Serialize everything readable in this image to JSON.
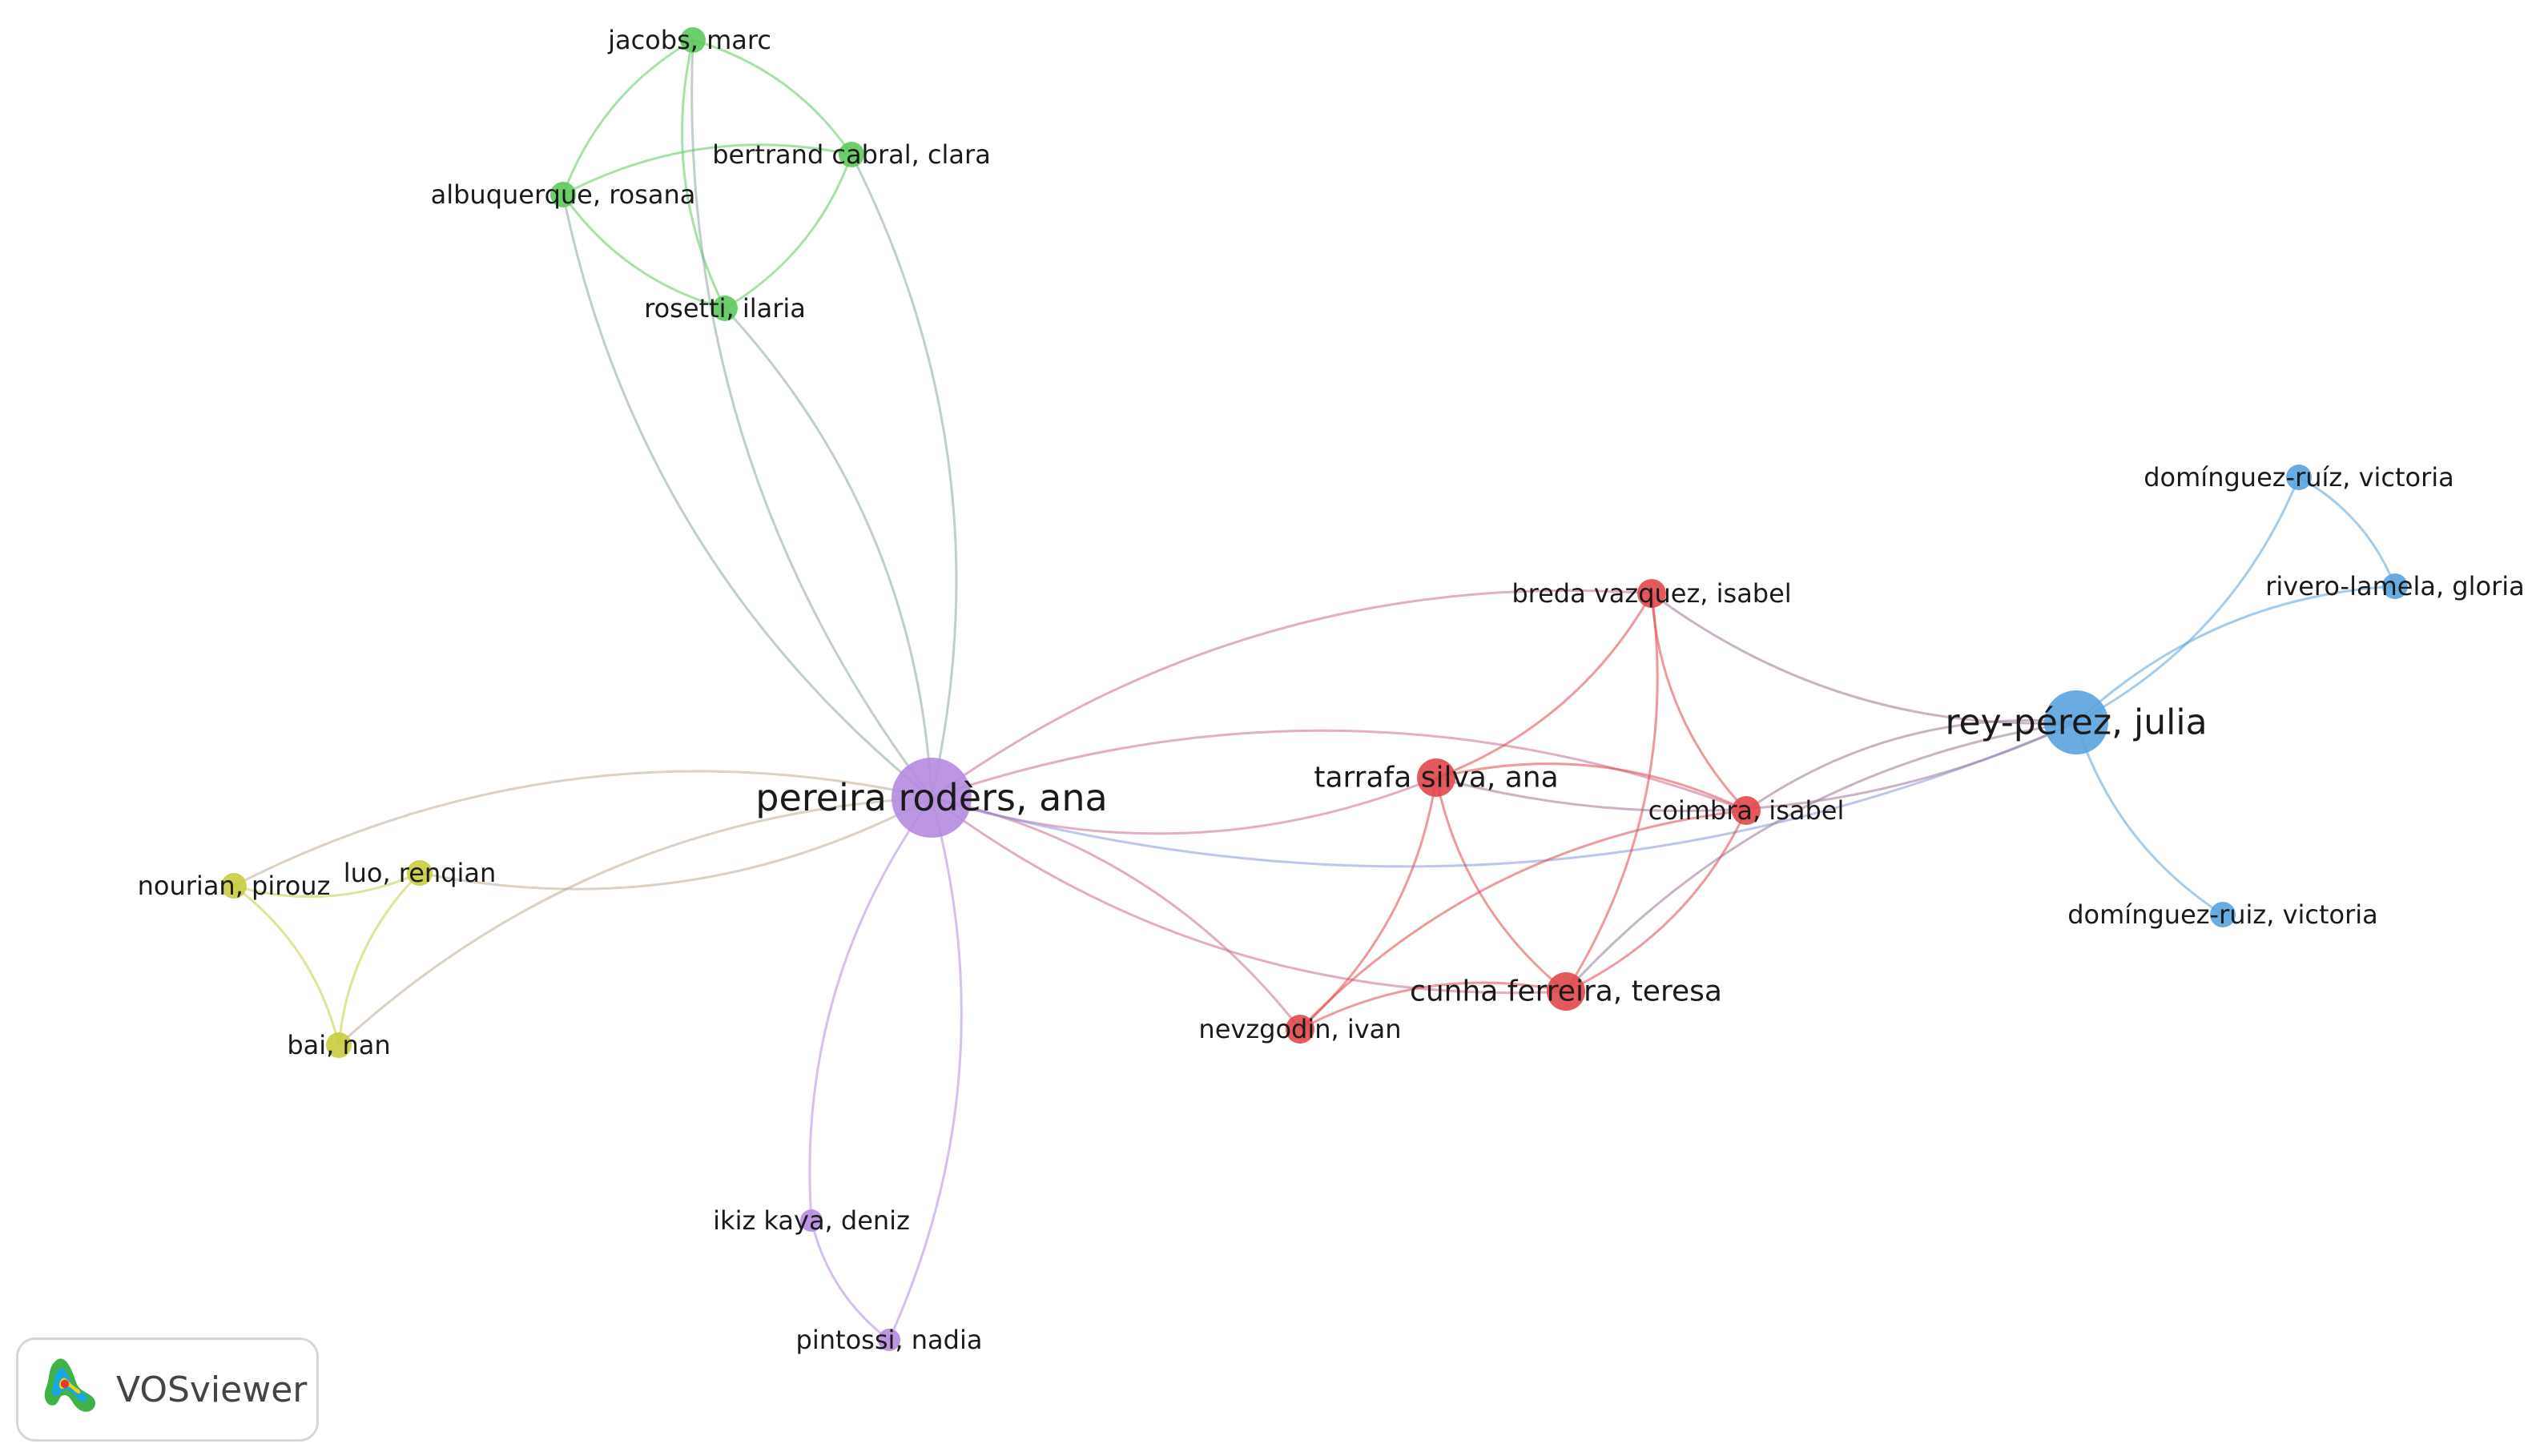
{
  "colors": {
    "purple": "#b58be0",
    "green": "#5ec95e",
    "yellow": "#c9cc3e",
    "red": "#e0474c",
    "blue": "#5aa3de"
  },
  "nodes": [
    {
      "id": "pereira",
      "label": "pereira rodèrs, ana",
      "cluster": "purple",
      "weight": 10
    },
    {
      "id": "ikiz",
      "label": "ikiz kaya, deniz",
      "cluster": "purple",
      "weight": 1
    },
    {
      "id": "pintossi",
      "label": "pintossi, nadia",
      "cluster": "purple",
      "weight": 1
    },
    {
      "id": "jacobs",
      "label": "jacobs, marc",
      "cluster": "green",
      "weight": 2
    },
    {
      "id": "bertrand",
      "label": "bertrand cabral, clara",
      "cluster": "green",
      "weight": 2
    },
    {
      "id": "albuquerque",
      "label": "albuquerque, rosana",
      "cluster": "green",
      "weight": 2
    },
    {
      "id": "rosetti",
      "label": "rosetti, ilaria",
      "cluster": "green",
      "weight": 2
    },
    {
      "id": "nourian",
      "label": "nourian, pirouz",
      "cluster": "yellow",
      "weight": 2
    },
    {
      "id": "luo",
      "label": "luo, renqian",
      "cluster": "yellow",
      "weight": 2
    },
    {
      "id": "bai",
      "label": "bai, nan",
      "cluster": "yellow",
      "weight": 2
    },
    {
      "id": "breda",
      "label": "breda vazquez, isabel",
      "cluster": "red",
      "weight": 2
    },
    {
      "id": "tarrafa",
      "label": "tarrafa silva, ana",
      "cluster": "red",
      "weight": 4
    },
    {
      "id": "coimbra",
      "label": "coimbra, isabel",
      "cluster": "red",
      "weight": 2
    },
    {
      "id": "cunha",
      "label": "cunha ferreira, teresa",
      "cluster": "red",
      "weight": 4
    },
    {
      "id": "nevzgodin",
      "label": "nevzgodin, ivan",
      "cluster": "red",
      "weight": 2
    },
    {
      "id": "rey",
      "label": "rey-pérez, julia",
      "cluster": "blue",
      "weight": 7
    },
    {
      "id": "dominguez1",
      "label": "domínguez-ruíz, victoria",
      "cluster": "blue",
      "weight": 2
    },
    {
      "id": "rivero",
      "label": "rivero-lamela, gloria",
      "cluster": "blue",
      "weight": 2
    },
    {
      "id": "dominguez2",
      "label": "domínguez-ruiz, victoria",
      "cluster": "blue",
      "weight": 2
    }
  ],
  "edges": [
    [
      "jacobs",
      "albuquerque"
    ],
    [
      "jacobs",
      "bertrand"
    ],
    [
      "jacobs",
      "rosetti"
    ],
    [
      "albuquerque",
      "bertrand"
    ],
    [
      "albuquerque",
      "rosetti"
    ],
    [
      "bertrand",
      "rosetti"
    ],
    [
      "jacobs",
      "pereira"
    ],
    [
      "bertrand",
      "pereira"
    ],
    [
      "albuquerque",
      "pereira"
    ],
    [
      "rosetti",
      "pereira"
    ],
    [
      "nourian",
      "luo"
    ],
    [
      "nourian",
      "bai"
    ],
    [
      "luo",
      "bai"
    ],
    [
      "nourian",
      "pereira"
    ],
    [
      "luo",
      "pereira"
    ],
    [
      "bai",
      "pereira"
    ],
    [
      "pereira",
      "ikiz"
    ],
    [
      "pereira",
      "pintossi"
    ],
    [
      "ikiz",
      "pintossi"
    ],
    [
      "pereira",
      "breda"
    ],
    [
      "pereira",
      "tarrafa"
    ],
    [
      "pereira",
      "coimbra"
    ],
    [
      "pereira",
      "cunha"
    ],
    [
      "pereira",
      "nevzgodin"
    ],
    [
      "pereira",
      "rey"
    ],
    [
      "breda",
      "tarrafa"
    ],
    [
      "breda",
      "coimbra"
    ],
    [
      "breda",
      "cunha"
    ],
    [
      "breda",
      "rey"
    ],
    [
      "tarrafa",
      "coimbra"
    ],
    [
      "tarrafa",
      "cunha"
    ],
    [
      "tarrafa",
      "nevzgodin"
    ],
    [
      "tarrafa",
      "rey"
    ],
    [
      "coimbra",
      "cunha"
    ],
    [
      "coimbra",
      "nevzgodin"
    ],
    [
      "coimbra",
      "rey"
    ],
    [
      "cunha",
      "nevzgodin"
    ],
    [
      "cunha",
      "rey"
    ],
    [
      "rey",
      "dominguez1"
    ],
    [
      "rey",
      "rivero"
    ],
    [
      "rey",
      "dominguez2"
    ],
    [
      "dominguez1",
      "rivero"
    ]
  ],
  "logo": {
    "text": "VOSviewer"
  }
}
